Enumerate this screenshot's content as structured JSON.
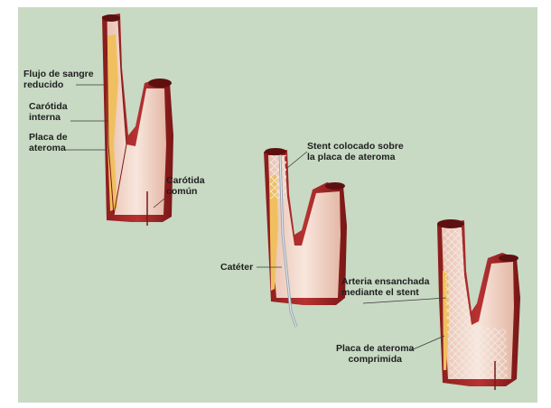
{
  "labels": {
    "reduced_flow": [
      "Flujo de sangre",
      "reducido"
    ],
    "internal_carotid": [
      "Carótida",
      "interna"
    ],
    "plaque": [
      "Placa de",
      "ateroma"
    ],
    "common_carotid": [
      "Carótida",
      "común"
    ],
    "stent_placed": [
      "Stent colocado sobre",
      "la placa de ateroma"
    ],
    "catheter": [
      "Catéter"
    ],
    "widened_artery": [
      "Arteria ensanchada",
      "mediante el stent"
    ],
    "compressed_plaque": [
      "Placa de ateroma",
      "comprimida"
    ]
  },
  "colors": {
    "background": "#c8d9c4",
    "artery_wall": "#a62a2a",
    "artery_dark": "#7a1818",
    "lumen": "#f2d8cc",
    "plaque": "#f0c060",
    "catheter": "#9aa6b0",
    "stent": "#d8d0c8"
  }
}
